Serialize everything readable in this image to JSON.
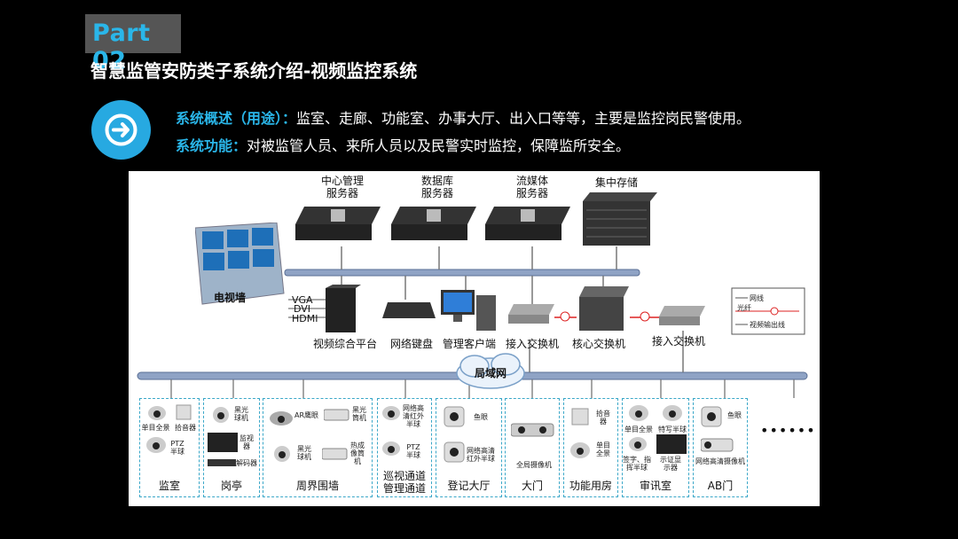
{
  "badge": "Part 02",
  "title": "智慧监管安防类子系统介绍-视频监控系统",
  "overview": {
    "label": "系统概述（用途）：",
    "text": "监室、走廊、功能室、办事大厅、出入口等等，主要是监控岗民警使用。"
  },
  "function": {
    "label": "系统功能：",
    "text": "对被监管人员、来所人员以及民警实时监控，保障监所安全。"
  },
  "diagram": {
    "servers": [
      {
        "name": "中心管理\n服务器"
      },
      {
        "name": "数据库\n服务器"
      },
      {
        "name": "流媒体\n服务器"
      },
      {
        "name": "集中存储"
      }
    ],
    "tv_wall": "电视墙",
    "ports": [
      "VGA",
      "DVI",
      "HDMI"
    ],
    "devices": [
      "视频综合平台",
      "网络键盘",
      "管理客户端",
      "接入交换机",
      "核心交换机",
      "接入交换机"
    ],
    "lan": "局域网",
    "legend": [
      "网线",
      "光纤",
      "视频输出线"
    ],
    "zones": [
      {
        "name": "监室",
        "items": [
          "单目全景",
          "拾音器",
          "PTZ\n半球"
        ]
      },
      {
        "name": "岗亭",
        "items": [
          "黑光\n球机",
          "监视\n器",
          "解码器"
        ]
      },
      {
        "name": "周界围墙",
        "items": [
          "AR鹰眼",
          "黑光\n筒机",
          "黑光\n球机",
          "热成\n像筒\n机"
        ]
      },
      {
        "name": "巡视通道\n管理通道",
        "items": [
          "网络高\n清红外\n半球",
          "PTZ\n半球"
        ]
      },
      {
        "name": "登记大厅",
        "items": [
          "鱼眼",
          "网络高清\n红外半球"
        ]
      },
      {
        "name": "大门",
        "items": [
          "全局摄像机"
        ]
      },
      {
        "name": "功能用房",
        "items": [
          "拾音\n器",
          "单目\n全景"
        ]
      },
      {
        "name": "审讯室",
        "items": [
          "单目全景",
          "特写半球",
          "签字、指\n挥半球",
          "示证显\n示器"
        ]
      },
      {
        "name": "AB门",
        "items": [
          "鱼眼",
          "网络高清摄像机"
        ]
      }
    ],
    "more": "••••••"
  },
  "colors": {
    "accent": "#2ab6e9",
    "circle": "#27a9e1",
    "bus": "#8fa3c5",
    "zone_border": "#3aa7c8"
  }
}
